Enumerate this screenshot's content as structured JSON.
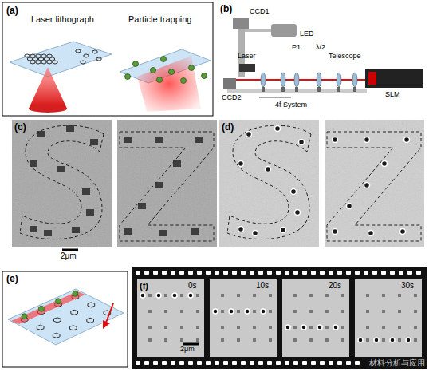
{
  "diagram": {
    "nodes": [
      {
        "text": [
          "(a)",
          "Laser lithograph",
          "Particle trapping"
        ]
      },
      {
        "text": [
          "(c)",
          "2μm"
        ]
      },
      {
        "text": [
          "(d)"
        ]
      },
      {
        "text": [
          "(e)"
        ]
      },
      {
        "text": [
          "(f)",
          "0s",
          "2μm"
        ]
      },
      {
        "text": [
          "10s"
        ]
      },
      {
        "text": [
          "20s"
        ]
      },
      {
        "text": [
          "30s"
        ]
      }
    ],
    "labels": [
      "(b)",
      "CCD1",
      "LED",
      "Laser",
      "P1",
      "λ/2",
      "Telescope",
      "SLM",
      "CCD2",
      "4f System",
      "材料分析与应用"
    ]
  }
}
